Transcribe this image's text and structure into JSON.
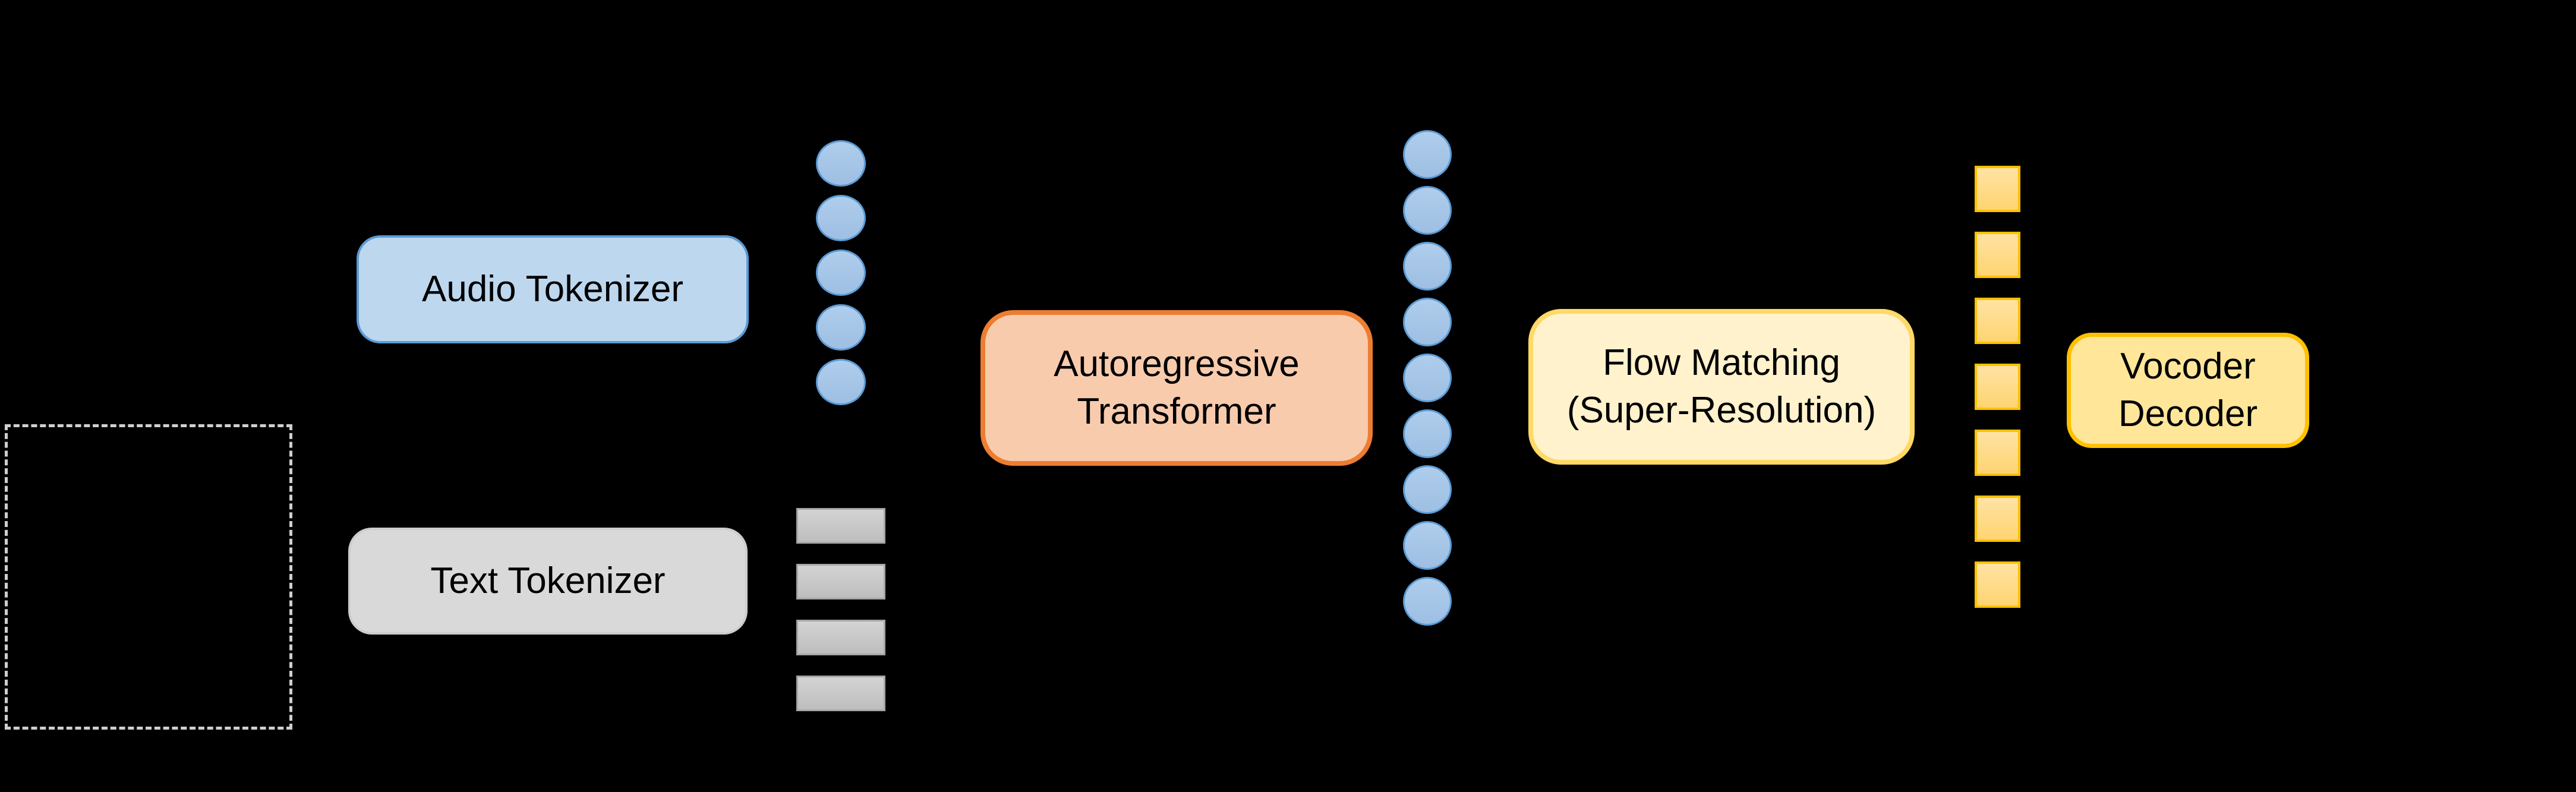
{
  "diagram": {
    "background_color": "#000000",
    "input_region": {
      "description": "speech-input-placeholder",
      "border_color": "#CFCFCF",
      "border_style": "dashed",
      "label": ""
    },
    "boxes": {
      "audio_tokenizer": {
        "label": "Audio Tokenizer",
        "fill": "#BDD7EE",
        "border": "#5B9BD5"
      },
      "text_tokenizer": {
        "label": "Text Tokenizer",
        "fill": "#D9D9D9",
        "border": "#CDCDCD"
      },
      "autoregressive_transformer": {
        "label": "Autoregressive\nTransformer",
        "fill": "#F8CBAD",
        "border": "#ED7D31"
      },
      "flow_matching": {
        "label": "Flow Matching\n(Super-Resolution)",
        "fill": "#FFF2CC",
        "border": "#FFD966"
      },
      "vocoder_decoder": {
        "label": "Vocoder\nDecoder",
        "fill": "#FFE699",
        "border": "#FFC000"
      }
    },
    "token_columns": [
      {
        "name": "audio-token-column-input",
        "shape": "circle",
        "count": 5,
        "fill_top": "#AFCDEC",
        "fill_bottom": "#9EBFE3",
        "border": "#5B9BD5"
      },
      {
        "name": "text-token-column",
        "shape": "bar",
        "count": 4,
        "fill_top": "#D3D3D3",
        "fill_bottom": "#BEBEBE",
        "border": "#A6A6A6"
      },
      {
        "name": "audio-token-column-generated",
        "shape": "circle",
        "count": 9,
        "fill_top": "#AFCDEC",
        "fill_bottom": "#9EBFE3",
        "border": "#5B9BD5"
      },
      {
        "name": "acoustic-token-column-superres",
        "shape": "square",
        "count": 7,
        "fill_top": "#FFE3A4",
        "fill_bottom": "#FFD471",
        "border": "#FFC000"
      }
    ]
  }
}
